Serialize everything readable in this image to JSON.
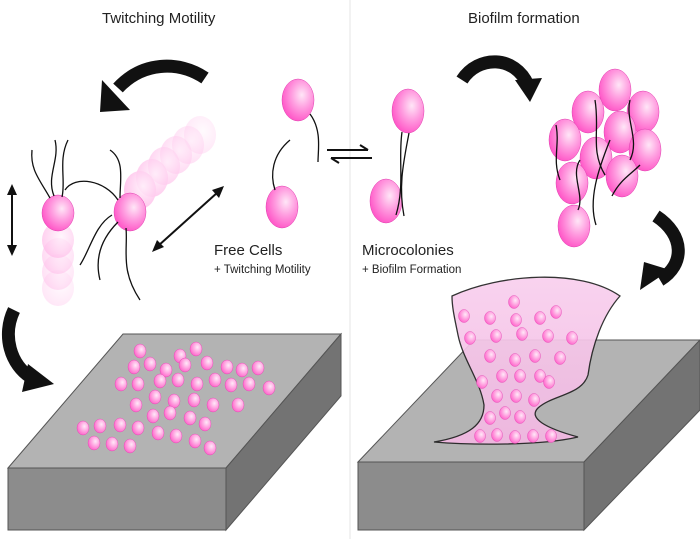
{
  "panels": {
    "left_title": "Twitching Motility",
    "right_title": "Biofilm formation"
  },
  "labels": {
    "free_cells": "Free Cells",
    "free_cells_sub": "+ Twitching Motility",
    "microcolonies": "Microcolonies",
    "microcolonies_sub": "+ Biofilm Formation",
    "equilibrium_symbol": "⇌"
  },
  "colors": {
    "cell_pink": "#ff66cc",
    "cell_highlight": "#ffe6f7",
    "biofilm_fill": "#f7c8ea",
    "slab_top": "#b3b3b3",
    "slab_front": "#8c8c8c",
    "slab_side": "#737373",
    "arrow": "#111111"
  },
  "icons": [
    "curved-arrow-icon",
    "double-headed-arrow-icon",
    "equilibrium-arrows-icon",
    "bacterial-cell-icon",
    "pilus-icon"
  ]
}
